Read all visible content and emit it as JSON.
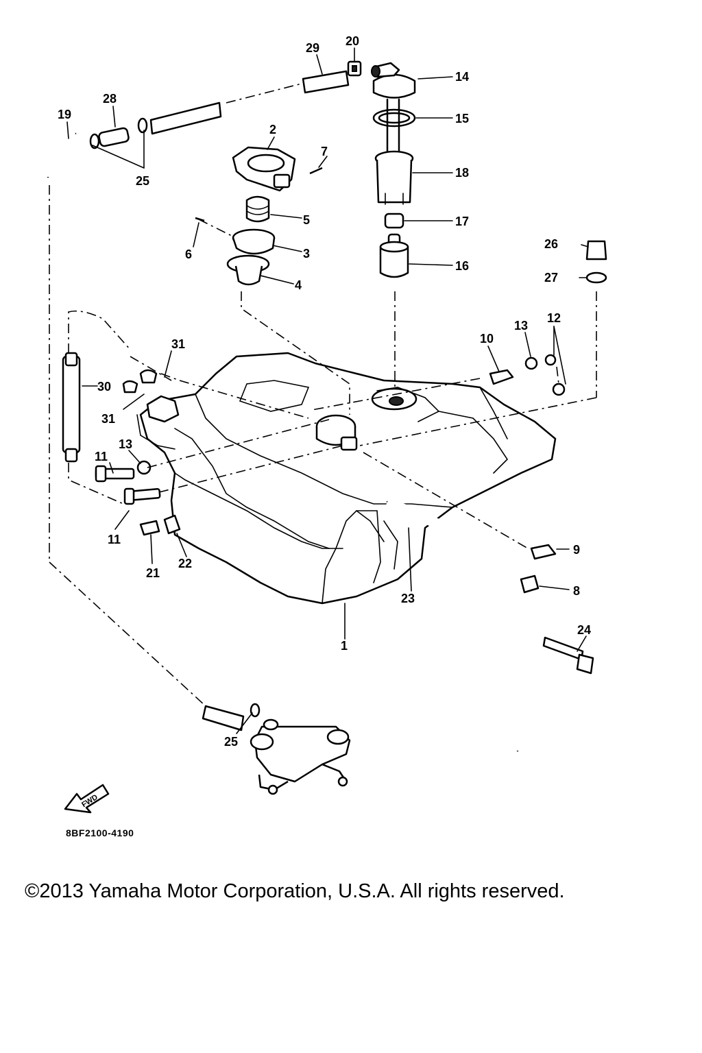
{
  "diagram": {
    "callouts": [
      {
        "id": "c1",
        "text": "1"
      },
      {
        "id": "c2",
        "text": "2"
      },
      {
        "id": "c3",
        "text": "3"
      },
      {
        "id": "c4",
        "text": "4"
      },
      {
        "id": "c5",
        "text": "5"
      },
      {
        "id": "c6",
        "text": "6"
      },
      {
        "id": "c7",
        "text": "7"
      },
      {
        "id": "c8",
        "text": "8"
      },
      {
        "id": "c9",
        "text": "9"
      },
      {
        "id": "c10",
        "text": "10"
      },
      {
        "id": "c11a",
        "text": "11"
      },
      {
        "id": "c11b",
        "text": "11"
      },
      {
        "id": "c12",
        "text": "12"
      },
      {
        "id": "c13a",
        "text": "13"
      },
      {
        "id": "c13b",
        "text": "13"
      },
      {
        "id": "c14",
        "text": "14"
      },
      {
        "id": "c15",
        "text": "15"
      },
      {
        "id": "c16",
        "text": "16"
      },
      {
        "id": "c17",
        "text": "17"
      },
      {
        "id": "c18",
        "text": "18"
      },
      {
        "id": "c19",
        "text": "19"
      },
      {
        "id": "c20",
        "text": "20"
      },
      {
        "id": "c21",
        "text": "21"
      },
      {
        "id": "c22",
        "text": "22"
      },
      {
        "id": "c23",
        "text": "23"
      },
      {
        "id": "c24",
        "text": "24"
      },
      {
        "id": "c25a",
        "text": "25"
      },
      {
        "id": "c25b",
        "text": "25"
      },
      {
        "id": "c26",
        "text": "26"
      },
      {
        "id": "c27",
        "text": "27"
      },
      {
        "id": "c28",
        "text": "28"
      },
      {
        "id": "c29",
        "text": "29"
      },
      {
        "id": "c30",
        "text": "30"
      },
      {
        "id": "c31a",
        "text": "31"
      },
      {
        "id": "c31b",
        "text": "31"
      }
    ],
    "fwd_label": "FWD",
    "code": "8BF2100-4190"
  },
  "footer": {
    "copyright": "©2013 Yamaha Motor Corporation, U.S.A. All rights reserved."
  }
}
